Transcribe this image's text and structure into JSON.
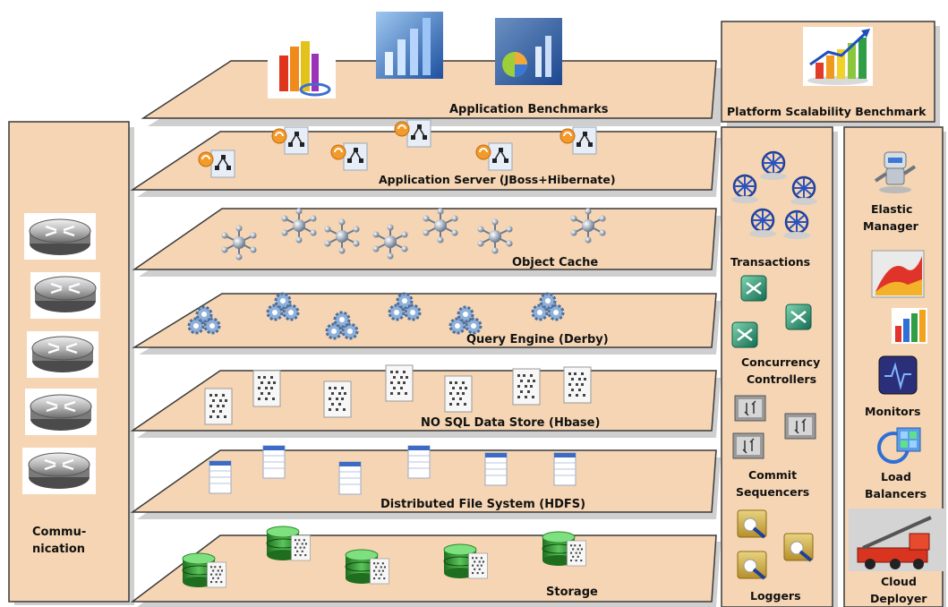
{
  "communication": {
    "label_line1": "Commu-",
    "label_line2": "nication"
  },
  "layers": [
    {
      "id": "application-benchmarks",
      "label": "Application Benchmarks",
      "icon": "benchmark-chart-icon"
    },
    {
      "id": "application-server",
      "label": "Application Server (JBoss+Hibernate)",
      "icon": "server-node-icon"
    },
    {
      "id": "object-cache",
      "label": "Object Cache",
      "icon": "hub-node-icon"
    },
    {
      "id": "query-engine",
      "label": "Query Engine (Derby)",
      "icon": "gears-icon"
    },
    {
      "id": "nosql-data-store",
      "label": "NO SQL Data Store (Hbase)",
      "icon": "document-icon"
    },
    {
      "id": "distributed-file-system",
      "label": "Distributed File System (HDFS)",
      "icon": "file-stack-icon"
    },
    {
      "id": "storage",
      "label": "Storage",
      "icon": "database-icon"
    }
  ],
  "platform": {
    "label": "Platform Scalability  Benchmark",
    "icon": "growth-chart-icon"
  },
  "middle_column": {
    "transactions": "Transactions",
    "concurrency_1": "Concurrency",
    "concurrency_2": "Controllers",
    "commit_1": "Commit",
    "commit_2": "Sequencers",
    "loggers": "Loggers"
  },
  "right_column": {
    "elastic_1": "Elastic",
    "elastic_2": "Manager",
    "monitors": "Monitors",
    "load_1": "Load",
    "load_2": "Balancers",
    "cloud_1": "Cloud",
    "cloud_2": "Deployer"
  },
  "colors": {
    "panel_fill": "#f5d5b3",
    "panel_stroke": "#3a3a3a",
    "shadow": "#cfcfcf",
    "accent_blue": "#2a4fb0",
    "accent_green": "#1f8a5e"
  }
}
